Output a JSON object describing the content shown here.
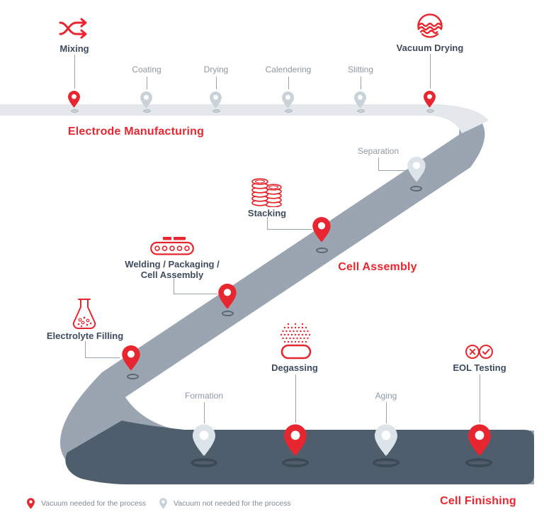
{
  "diagram": {
    "stages": [
      {
        "title": "Electrode Manufacturing",
        "steps": [
          {
            "label": "Mixing",
            "vacuum": true,
            "icon": "mixing-icon"
          },
          {
            "label": "Coating",
            "vacuum": false
          },
          {
            "label": "Drying",
            "vacuum": false
          },
          {
            "label": "Calendering",
            "vacuum": false
          },
          {
            "label": "Slitting",
            "vacuum": false
          },
          {
            "label": "Vacuum Drying",
            "vacuum": true,
            "icon": "vacuum-drying-icon"
          }
        ]
      },
      {
        "title": "Cell Assembly",
        "steps": [
          {
            "label": "Separation",
            "vacuum": false
          },
          {
            "label": "Stacking",
            "vacuum": true,
            "icon": "stacking-icon"
          },
          {
            "label": "Welding / Packaging / Cell Assembly",
            "label_line1": "Welding / Packaging /",
            "label_line2": "Cell Assembly",
            "vacuum": true,
            "icon": "conveyor-icon"
          },
          {
            "label": "Electrolyte Filling",
            "vacuum": true,
            "icon": "flask-icon"
          }
        ]
      },
      {
        "title": "Cell Finishing",
        "steps": [
          {
            "label": "Formation",
            "vacuum": false
          },
          {
            "label": "Degassing",
            "vacuum": true,
            "icon": "degassing-icon"
          },
          {
            "label": "Aging",
            "vacuum": false
          },
          {
            "label": "EOL Testing",
            "vacuum": true,
            "icon": "eol-testing-icon"
          }
        ]
      }
    ],
    "legend": [
      {
        "label": "Vacuum needed for the process",
        "pin": "red"
      },
      {
        "label": "Vacuum not needed for the process",
        "pin": "gray"
      }
    ]
  },
  "colors": {
    "accent_red": "#e8262f",
    "road_light": "#e4e8ec",
    "road_medium": "#9aa5b1",
    "road_dark": "#4e5e6d",
    "label_dark": "#3e4c5e",
    "label_gray": "#8e99a4",
    "pin_light": "#dce3e9"
  }
}
